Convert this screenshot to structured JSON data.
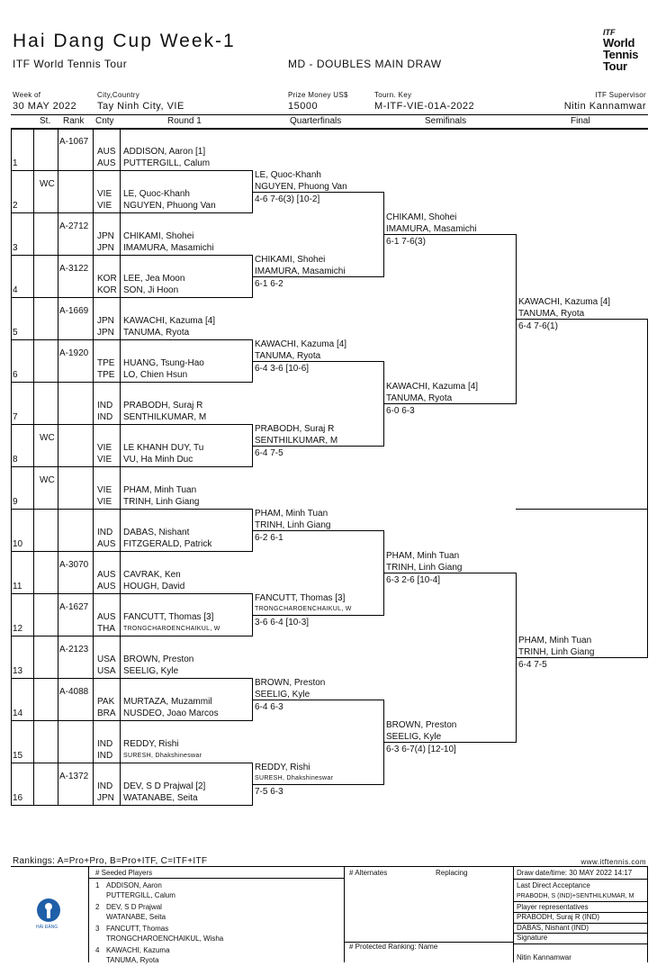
{
  "header": {
    "title": "Hai Dang Cup Week-1",
    "tour": "ITF World Tennis Tour",
    "draw_type": "MD - DOUBLES MAIN DRAW",
    "logo": {
      "itf": "ITF",
      "line1": "World",
      "line2": "Tennis",
      "line3": "Tour"
    }
  },
  "info": {
    "week_label": "Week of",
    "week": "30 MAY 2022",
    "city_label": "City,Country",
    "city": "Tay Ninh City, VIE",
    "prize_label": "Prize Money US$",
    "prize": "15000",
    "key_label": "Tourn. Key",
    "key": "M-ITF-VIE-01A-2022",
    "sup_label": "ITF Supervisor",
    "sup": "Nitin Kannamwar"
  },
  "columns": {
    "st": "St.",
    "rank": "Rank",
    "cnty": "Cnty",
    "r1": "Round 1",
    "qf": "Quarterfinals",
    "sf": "Semifinals",
    "f": "Final"
  },
  "draw": [
    {
      "num": "1",
      "st": "",
      "rank": "A-1067",
      "c1": "AUS",
      "p1": "ADDISON, Aaron [1]",
      "c2": "AUS",
      "p2": "PUTTERGILL, Calum"
    },
    {
      "num": "2",
      "st": "WC",
      "rank": "",
      "c1": "VIE",
      "p1": "LE, Quoc-Khanh",
      "c2": "VIE",
      "p2": "NGUYEN, Phuong Van"
    },
    {
      "num": "3",
      "st": "",
      "rank": "A-2712",
      "c1": "JPN",
      "p1": "CHIKAMI, Shohei",
      "c2": "JPN",
      "p2": "IMAMURA, Masamichi"
    },
    {
      "num": "4",
      "st": "",
      "rank": "A-3122",
      "c1": "KOR",
      "p1": "LEE, Jea Moon",
      "c2": "KOR",
      "p2": "SON, Ji Hoon"
    },
    {
      "num": "5",
      "st": "",
      "rank": "A-1669",
      "c1": "JPN",
      "p1": "KAWACHI, Kazuma [4]",
      "c2": "JPN",
      "p2": "TANUMA, Ryota"
    },
    {
      "num": "6",
      "st": "",
      "rank": "A-1920",
      "c1": "TPE",
      "p1": "HUANG, Tsung-Hao",
      "c2": "TPE",
      "p2": "LO, Chien Hsun"
    },
    {
      "num": "7",
      "st": "",
      "rank": "",
      "c1": "IND",
      "p1": "PRABODH, Suraj R",
      "c2": "IND",
      "p2": "SENTHILKUMAR, M"
    },
    {
      "num": "8",
      "st": "WC",
      "rank": "",
      "c1": "VIE",
      "p1": "LE KHANH DUY, Tu",
      "c2": "VIE",
      "p2": "VU, Ha Minh Duc"
    },
    {
      "num": "9",
      "st": "WC",
      "rank": "",
      "c1": "VIE",
      "p1": "PHAM, Minh Tuan",
      "c2": "VIE",
      "p2": "TRINH, Linh Giang"
    },
    {
      "num": "10",
      "st": "",
      "rank": "",
      "c1": "IND",
      "p1": "DABAS, Nishant",
      "c2": "AUS",
      "p2": "FITZGERALD, Patrick"
    },
    {
      "num": "11",
      "st": "",
      "rank": "A-3070",
      "c1": "AUS",
      "p1": "CAVRAK, Ken",
      "c2": "AUS",
      "p2": "HOUGH, David"
    },
    {
      "num": "12",
      "st": "",
      "rank": "A-1627",
      "c1": "AUS",
      "p1": "FANCUTT, Thomas [3]",
      "c2": "THA",
      "p2": "TRONGCHAROENCHAIKUL, W"
    },
    {
      "num": "13",
      "st": "",
      "rank": "A-2123",
      "c1": "USA",
      "p1": "BROWN, Preston",
      "c2": "USA",
      "p2": "SEELIG, Kyle"
    },
    {
      "num": "14",
      "st": "",
      "rank": "A-4088",
      "c1": "PAK",
      "p1": "MURTAZA, Muzammil",
      "c2": "BRA",
      "p2": "NUSDEO, Joao Marcos"
    },
    {
      "num": "15",
      "st": "",
      "rank": "",
      "c1": "IND",
      "p1": "REDDY, Rishi",
      "c2": "IND",
      "p2": "SURESH, Dhakshineswar"
    },
    {
      "num": "16",
      "st": "",
      "rank": "A-1372",
      "c1": "IND",
      "p1": "DEV, S D Prajwal [2]",
      "c2": "JPN",
      "p2": "WATANABE, Seita"
    }
  ],
  "qf": [
    {
      "p1": "LE, Quoc-Khanh",
      "p2": "NGUYEN, Phuong Van",
      "score": "4-6 7-6(3) [10-2]"
    },
    {
      "p1": "CHIKAMI, Shohei",
      "p2": "IMAMURA, Masamichi",
      "score": "6-1 6-2"
    },
    {
      "p1": "KAWACHI, Kazuma [4]",
      "p2": "TANUMA, Ryota",
      "score": "6-4 3-6 [10-6]"
    },
    {
      "p1": "PRABODH, Suraj R",
      "p2": "SENTHILKUMAR, M",
      "score": "6-4 7-5"
    },
    {
      "p1": "PHAM, Minh Tuan",
      "p2": "TRINH, Linh Giang",
      "score": "6-2 6-1"
    },
    {
      "p1": "FANCUTT, Thomas [3]",
      "p2": "TRONGCHAROENCHAIKUL, W",
      "score": "3-6 6-4 [10-3]"
    },
    {
      "p1": "BROWN, Preston",
      "p2": "SEELIG, Kyle",
      "score": "6-4 6-3"
    },
    {
      "p1": "REDDY, Rishi",
      "p2": "SURESH, Dhakshineswar",
      "score": "7-5 6-3"
    }
  ],
  "sf": [
    {
      "p1": "CHIKAMI, Shohei",
      "p2": "IMAMURA, Masamichi",
      "score": "6-1 7-6(3)"
    },
    {
      "p1": "KAWACHI, Kazuma [4]",
      "p2": "TANUMA, Ryota",
      "score": "6-0 6-3"
    },
    {
      "p1": "PHAM, Minh Tuan",
      "p2": "TRINH, Linh Giang",
      "score": "6-3 2-6 [10-4]"
    },
    {
      "p1": "BROWN, Preston",
      "p2": "SEELIG, Kyle",
      "score": "6-3 6-7(4) [12-10]"
    }
  ],
  "final": [
    {
      "p1": "KAWACHI, Kazuma [4]",
      "p2": "TANUMA, Ryota",
      "score": "6-4 7-6(1)"
    },
    {
      "p1": "PHAM, Minh Tuan",
      "p2": "TRINH, Linh Giang",
      "score": "6-4 7-5"
    }
  ],
  "footer": {
    "rankings": "Rankings: A=Pro+Pro, B=Pro+ITF, C=ITF+ITF",
    "website": "www.itftennis.com",
    "club_name": "HẢI ĐĂNG",
    "seeded_title": "# Seeded Players",
    "seeds": [
      {
        "n": "1",
        "a": "ADDISON, Aaron",
        "b": "PUTTERGILL, Calum"
      },
      {
        "n": "2",
        "a": "DEV, S D Prajwal",
        "b": "WATANABE, Seita"
      },
      {
        "n": "3",
        "a": "FANCUTT, Thomas",
        "b": "TRONGCHAROENCHAIKUL, Wisha"
      },
      {
        "n": "4",
        "a": "KAWACHI, Kazuma",
        "b": "TANUMA, Ryota"
      }
    ],
    "alternates": "# Alternates",
    "replacing": "Replacing",
    "protected": "# Protected Ranking: Name",
    "draw_date": "Draw date/time:  30 MAY 2022 14:17",
    "lda_label": "Last Direct Acceptance",
    "lda": "PRABODH, S (IND)+SENTHILKUMAR, M",
    "reps_label": "Player representatives",
    "rep1": "PRABODH, Suraj R (IND)",
    "rep2": "DABAS, Nishant (IND)",
    "sig_label": "Signature",
    "sig_name": "Nitin Kannamwar"
  }
}
